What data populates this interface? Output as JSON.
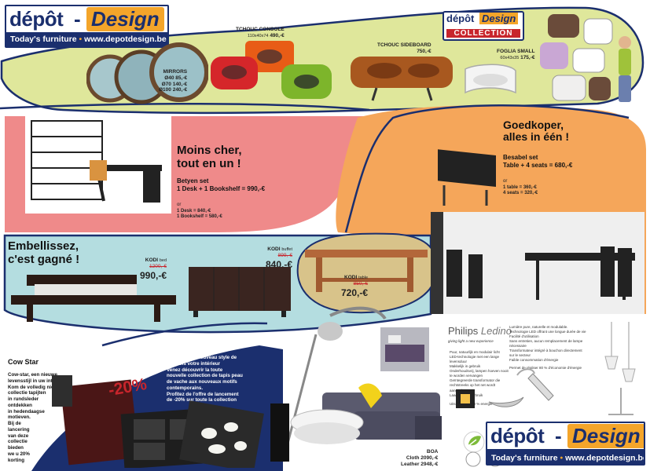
{
  "brand": {
    "name_part1": "dépôt",
    "name_part2": "Design",
    "tagline_part1": "Today's furniture",
    "tagline_part2": "www.depotdesign.be",
    "registered": "®",
    "collection_label": "COLLECTION"
  },
  "top_row": {
    "mirrors": {
      "name": "MIRRORS",
      "lines": [
        "Ø40  85,-€",
        "Ø70  140,-€",
        "Ø100  240,-€"
      ]
    },
    "tchouc_console": {
      "name": "TCHOUC CONSOLE",
      "dims": "110x40x74",
      "price": "490,-€"
    },
    "tchouc_sideboard": {
      "name": "TCHOUC SIDEBOARD",
      "price": "750,-€"
    },
    "foglia_small": {
      "name": "FOGLIA SMALL",
      "dims": "60x43x35",
      "price": "175,-€"
    }
  },
  "red_section": {
    "headline_1": "Moins cher,",
    "headline_2": "tout en un !",
    "set_line_1": "Betyen set",
    "set_line_2": "1 Desk + 1 Bookshelf = 990,-€",
    "or": "or",
    "detail_1": "1 Desk = 840,-€",
    "detail_2": "1 Bookshelf = 580,-€"
  },
  "orange_section": {
    "headline_1": "Goedkoper,",
    "headline_2": "alles in één !",
    "set_line_1": "Besabel set",
    "set_line_2": "Table + 4 seats = 680,-€",
    "or": "or",
    "detail_1": "1 table = 360,-€",
    "detail_2": "4 seats = 320,-€"
  },
  "blue_section": {
    "headline_1": "Embellissez,",
    "headline_2": "c'est gagné !",
    "kodi_bed": {
      "name": "KODI",
      "type": "bed",
      "old_price": "1200,-€",
      "price": "990,-€"
    },
    "kodi_buffet": {
      "name": "KODI",
      "type": "buffet",
      "old_price": "899,-€",
      "price": "840,-€"
    },
    "kodi_table": {
      "name": "KODI",
      "type": "table",
      "old_price": "850,-€",
      "price": "720,-€"
    }
  },
  "cowstar": {
    "title": "Cow Star",
    "nl_text": [
      "Cow-star, een nieuwe",
      "levensstijl in uw interieur",
      "Kom de volledig nieuwe",
      "collectie tapijten",
      "in rundsleder",
      "ontdekken",
      "in hedendaagse",
      "motieven.",
      "Bij de",
      "lancering",
      "van deze",
      "collectie",
      "bieden",
      "we u 20%",
      "korting"
    ],
    "fr_text": [
      "Cow-star, un nouveau style de",
      "vie dans votre intérieur",
      "Venez découvrir la toute",
      "nouvelle collection de tapis peau",
      "de vache aux nouveaux motifs",
      "contemporains.",
      "Profitez de l'offre de lancement",
      "de -20% sur toute la collection"
    ],
    "discount": "-20%"
  },
  "boa": {
    "name": "BOA",
    "line_1": "Cloth 2090,-€",
    "line_2": "Leather 2948,-€"
  },
  "philips": {
    "brand": "Philips",
    "product": "Ledino",
    "slogan": "giving light a new experience",
    "col1": [
      "Lumière pure, naturelle et modulable.",
      "Technologie LED offrant une longue durée de vie",
      "Facilité d'utilisation",
      "Sans entretien, aucun remplacement de lampe",
      "nécessaire",
      "Transformateur intégré à bouchon directement",
      "sur le secteur",
      "Faible consommation d'énergie"
    ],
    "col2": [
      "Puur, natuurlijk en modulair licht",
      "LED-technologie met een lange",
      "levensduur",
      "Makkelijk in gebruik",
      "Onderhoudsvrij, lampen hoeven nooit",
      "te worden vervangen",
      "Geïntegreerde transformator die",
      "rechtstreeks op het net wordt",
      "aangesloten",
      "Laag energieverbruik"
    ],
    "savings": "Permet de réaliser 80 % d'économie d'énergie",
    "sav_nl": "Uitsparen om 80 % energie"
  },
  "colors": {
    "navy": "#1b2f6e",
    "lime": "#dfe79b",
    "salmon": "#ef8a8a",
    "orange": "#f5a65a",
    "aqua": "#b4dde0",
    "accent_orange": "#f4a52a",
    "red": "#c8252c"
  }
}
